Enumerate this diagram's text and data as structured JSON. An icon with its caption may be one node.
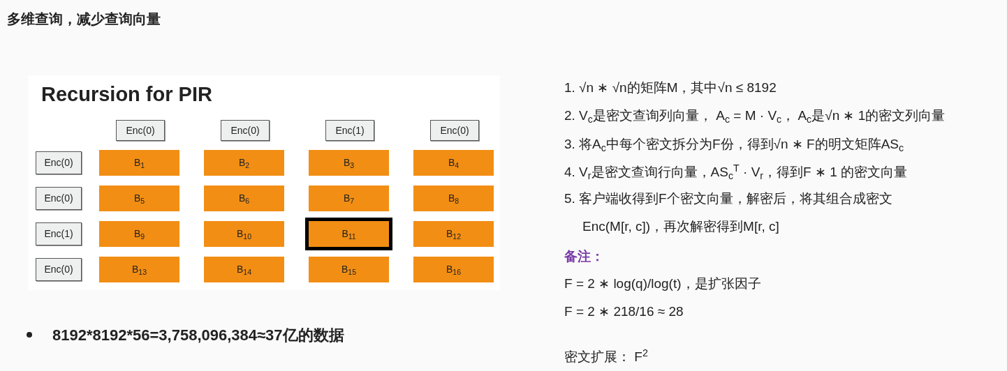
{
  "diagram": {
    "title": "多维查询，减少查询向量",
    "nodes": [
      {
        "text": [
          "Recursion for PIR"
        ]
      },
      {
        "text": [
          "Enc(0)"
        ],
        "in": 0
      },
      {
        "text": [
          "Enc(0)"
        ],
        "in": 0
      },
      {
        "text": [
          "Enc(1)"
        ],
        "in": 0
      },
      {
        "text": [
          "Enc(0)"
        ],
        "in": 0
      },
      {
        "text": [
          "Enc(0)"
        ],
        "in": 0
      },
      {
        "text": [
          "B$_{1}$"
        ],
        "in": 0
      },
      {
        "text": [
          "B$_{2}$"
        ],
        "in": 0
      },
      {
        "text": [
          "B$_{3}$"
        ],
        "in": 0
      },
      {
        "text": [
          "B$_{4}$"
        ],
        "in": 0
      },
      {
        "text": [
          "Enc(0)"
        ],
        "in": 0
      },
      {
        "text": [
          "B$_{5}$"
        ],
        "in": 0
      },
      {
        "text": [
          "B$_{6}$"
        ],
        "in": 0
      },
      {
        "text": [
          "B$_{7}$"
        ],
        "in": 0
      },
      {
        "text": [
          "B$_{8}$"
        ],
        "in": 0
      },
      {
        "text": [
          "Enc(1)"
        ],
        "in": 0
      },
      {
        "text": [
          "B$_{9}$"
        ],
        "in": 0
      },
      {
        "text": [
          "B$_{10}$"
        ],
        "in": 0
      },
      {
        "text": [
          "B$_{11}$"
        ],
        "in": 0
      },
      {
        "text": [
          "B$_{12}$"
        ],
        "in": 0
      },
      {
        "text": [
          "Enc(0)"
        ],
        "in": 0
      },
      {
        "text": [
          "B$_{13}$"
        ],
        "in": 0
      },
      {
        "text": [
          "B$_{14}$"
        ],
        "in": 0
      },
      {
        "text": [
          "B$_{15}$"
        ],
        "in": 0
      },
      {
        "text": [
          "B$_{16}$"
        ],
        "in": 0
      }
    ],
    "edges": [],
    "labels": [
      "1. √n ∗ √n的矩阵M，其中√n ≤ 8192",
      "2. V$_{c}$是密文查询列向量， A$_{c}$ = M · V$_{c}$， A$_{c}$是√n ∗ 1的密文列向量",
      "3. 将A$_{c}$中每个密文拆分为F份，得到√n ∗ F的明文矩阵AS$_{c}$",
      "4. V$_{r}$是密文查询行向量，AS$_{c}$$^{T}$ · V$_{r}$，得到F ∗ 1 的密文向量",
      "5. 客户端收得到F个密文向量，解密后，将其组合成密文Enc(M[r, c])，再次解密得到M[r, c]",
      "备注：",
      "F = 2 ∗ log(q)/log(t)，是扩张因子",
      "F = 2 ∗ 218/16 ≈ 28",
      "密文扩展： F$^{2}$",
      "8192*8192*56=3,758,096,384≈37亿的数据"
    ]
  }
}
